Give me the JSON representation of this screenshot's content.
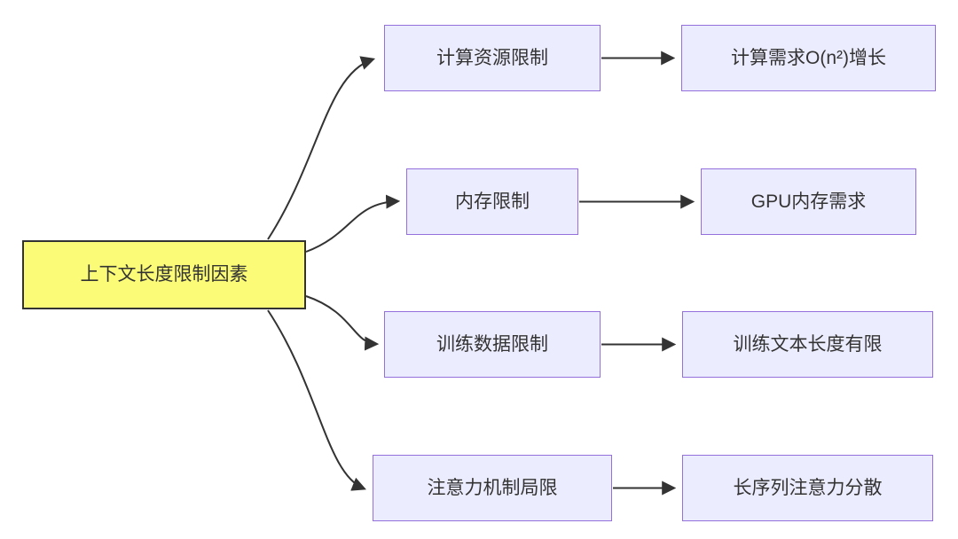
{
  "diagram": {
    "type": "flowchart",
    "direction": "left-to-right",
    "root": {
      "label": "上下文长度限制因素"
    },
    "branches": [
      {
        "cause": "计算资源限制",
        "effect": "计算需求O(n²)增长"
      },
      {
        "cause": "内存限制",
        "effect": "GPU内存需求"
      },
      {
        "cause": "训练数据限制",
        "effect": "训练文本长度有限"
      },
      {
        "cause": "注意力机制局限",
        "effect": "长序列注意力分散"
      }
    ],
    "colors": {
      "root_fill": "#fbfb77",
      "root_border": "#333333",
      "node_fill": "#ececff",
      "node_border": "#9370db",
      "edge": "#333333",
      "text": "#333333",
      "background": "#ffffff"
    }
  }
}
